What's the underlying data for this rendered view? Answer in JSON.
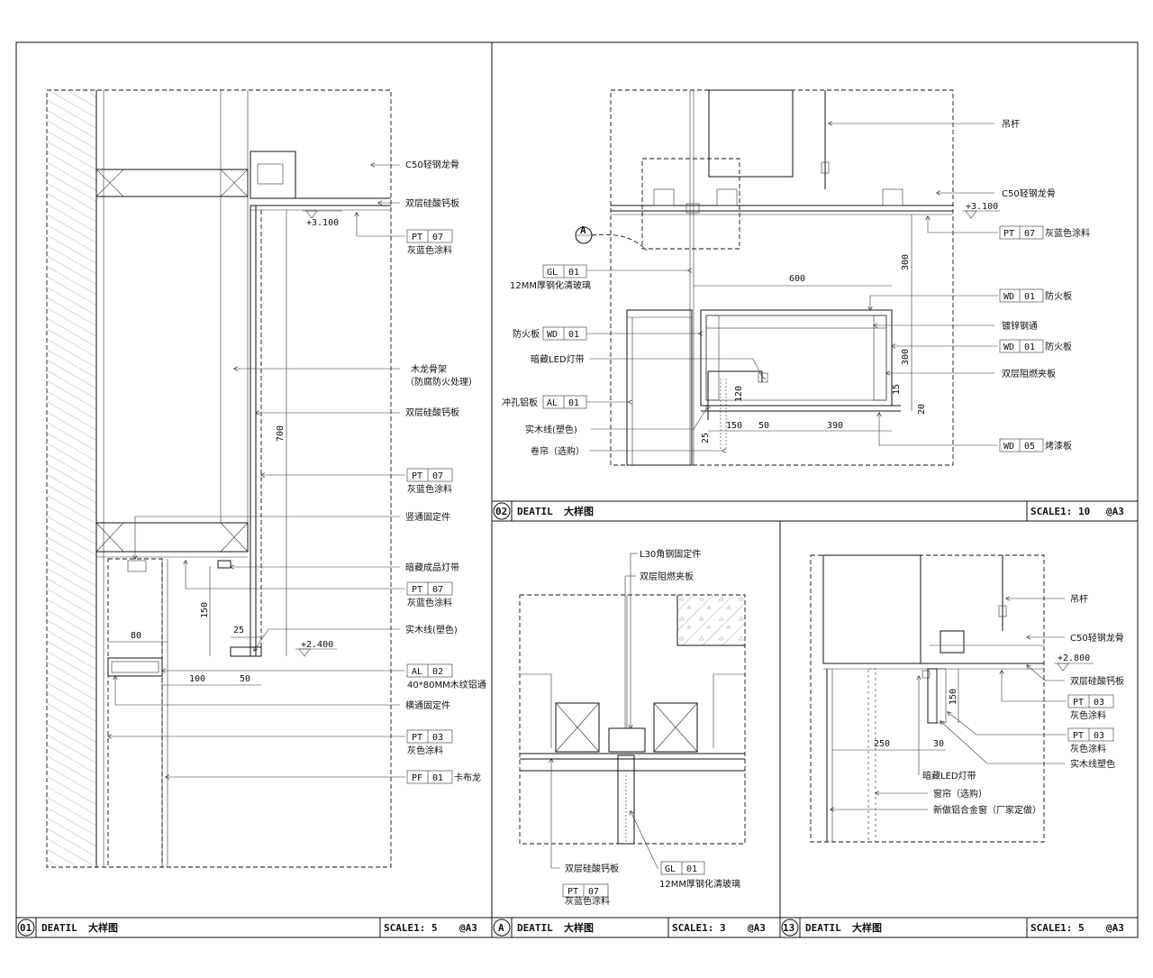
{
  "panels": {
    "p01": {
      "title_bar": {
        "num": "01",
        "title": "DEATIL",
        "subtitle": "大样图",
        "scale": "SCALE1: 5",
        "sheet": "@A3"
      },
      "levels": {
        "top": "+3.100",
        "bottom": "+2.400"
      },
      "dims": {
        "d700": "700",
        "d150": "150",
        "d25": "25",
        "d80": "80",
        "d100": "100",
        "d50": "50"
      },
      "callouts": [
        {
          "text": "C50轻钢龙骨"
        },
        {
          "text": "双层硅酸钙板"
        },
        {
          "code": "PT",
          "num": "07",
          "text": "灰蓝色涂料"
        },
        {
          "text": "木龙骨架",
          "text2": "（防腐防火处理）"
        },
        {
          "text": "双层硅酸钙板"
        },
        {
          "code": "PT",
          "num": "07",
          "text": "灰蓝色涂料"
        },
        {
          "text": "竖通固定件"
        },
        {
          "text": "暗藏成品灯带"
        },
        {
          "code": "PT",
          "num": "07",
          "text": "灰蓝色涂料"
        },
        {
          "text": "实木线(塑色)"
        },
        {
          "code": "AL",
          "num": "02",
          "text": "40*80MM木纹铝通"
        },
        {
          "text": "横通固定件"
        },
        {
          "code": "PT",
          "num": "03",
          "text": "灰色涂料"
        },
        {
          "code": "PF",
          "num": "01",
          "text": "卡布龙"
        }
      ]
    },
    "p02": {
      "title_bar": {
        "num": "02",
        "title": "DEATIL",
        "subtitle": "大样图",
        "scale": "SCALE1: 10",
        "sheet": "@A3"
      },
      "levels": {
        "top": "+3.100"
      },
      "section_mark": "A",
      "dims": {
        "d600": "600",
        "d300a": "300",
        "d300b": "300",
        "d120": "120",
        "d150": "150",
        "d50": "50",
        "d390": "390",
        "d15": "15",
        "d20": "20",
        "d25": "25"
      },
      "callouts_right": [
        {
          "text": "吊杆"
        },
        {
          "text": "C50轻钢龙骨"
        },
        {
          "code": "PT",
          "num": "07",
          "text": "灰蓝色涂料"
        },
        {
          "code": "WD",
          "num": "01",
          "text": "防火板"
        },
        {
          "text": "镀锌钢通"
        },
        {
          "code": "WD",
          "num": "01",
          "text": "防火板"
        },
        {
          "text": "双层阻燃夹板"
        },
        {
          "code": "WD",
          "num": "05",
          "text": "烤漆板"
        }
      ],
      "callouts_left": [
        {
          "code": "GL",
          "num": "01",
          "text": "12MM厚钢化清玻璃"
        },
        {
          "code": "WD",
          "num": "01",
          "text": "防火板"
        },
        {
          "text": "暗藏LED灯带"
        },
        {
          "code": "AL",
          "num": "01",
          "text": "冲孔铝板"
        },
        {
          "text": "实木线(塑色)"
        },
        {
          "text": "卷帘（选购）"
        }
      ]
    },
    "pA": {
      "title_bar": {
        "num": "A",
        "title": "DEATIL",
        "subtitle": "大样图",
        "scale": "SCALE1: 3",
        "sheet": "@A3"
      },
      "callouts": [
        {
          "text": "L30角钢固定件"
        },
        {
          "text": "双层阻燃夹板"
        },
        {
          "text": "双层硅酸钙板"
        },
        {
          "code": "PT",
          "num": "07",
          "text": "灰蓝色涂料"
        },
        {
          "code": "GL",
          "num": "01",
          "text": "12MM厚钢化清玻璃"
        }
      ]
    },
    "p13": {
      "title_bar": {
        "num": "13",
        "title": "DEATIL",
        "subtitle": "大样图",
        "scale": "SCALE1: 5",
        "sheet": "@A3"
      },
      "levels": {
        "top": "+2.800"
      },
      "dims": {
        "d250": "250",
        "d30": "30",
        "d150": "150"
      },
      "callouts": [
        {
          "text": "吊杆"
        },
        {
          "text": "C50轻钢龙骨"
        },
        {
          "text": "双层硅酸钙板"
        },
        {
          "code": "PT",
          "num": "03",
          "text": "灰色涂料"
        },
        {
          "code": "PT",
          "num": "03",
          "text": "灰色涂料"
        },
        {
          "text": "实木线塑色"
        },
        {
          "text": "暗藏LED灯带"
        },
        {
          "text": "窗帘（选购）"
        },
        {
          "text": "新做铝合金窗（厂家定做）"
        }
      ]
    }
  }
}
